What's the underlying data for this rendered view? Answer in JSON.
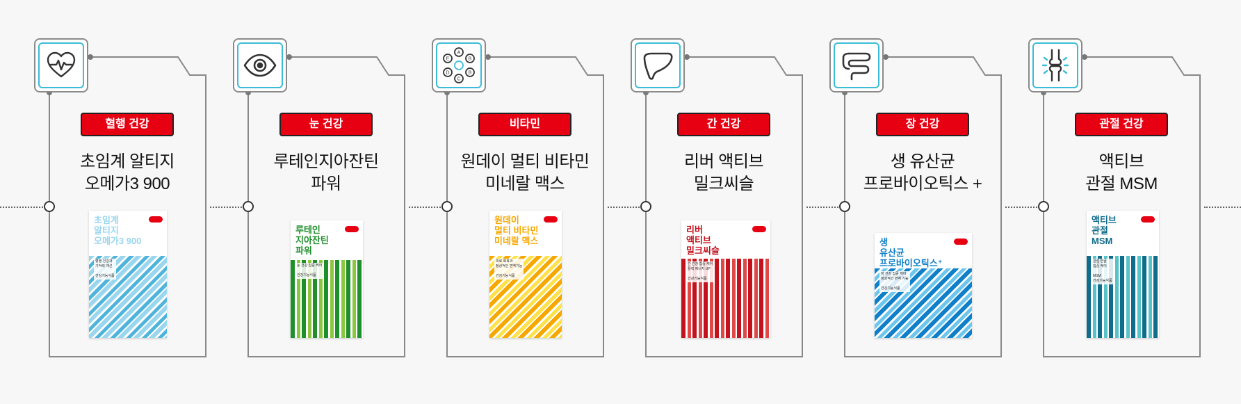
{
  "accent_color": "#e60012",
  "icon_color": "#3bbbd8",
  "cards": [
    {
      "category": "혈행 건강",
      "icon": "heart-pulse-icon",
      "title_line1": "초임계 알티지",
      "title_line2": "오메가3 900",
      "pkg_name": "초임계\n알티지\n오메가3 900",
      "pkg_desc": "혈행 건강과\n기억력 개선\n\n건강기능식품",
      "pkg_colors": [
        "#9ad6ee",
        "#4fb4dc",
        "#ffffff"
      ]
    },
    {
      "category": "눈 건강",
      "icon": "eye-icon",
      "title_line1": "루테인지아잔틴",
      "title_line2": "파워",
      "pkg_name": "루테인\n지아잔틴\n파워",
      "pkg_desc": "눈 건강 집중 케어\n\n건강기능식품",
      "pkg_colors": [
        "#1f8f2b",
        "#8cc63f",
        "#ffffff"
      ]
    },
    {
      "category": "비타민",
      "icon": "vitamin-molecule-icon",
      "title_line1": "원데이 멀티 비타민",
      "title_line2": "미네랄 맥스",
      "pkg_name": "원데이\n멀티 비타민\n미네랄 맥스",
      "pkg_desc": "피로 회복과\n정상적인 면역기능\n\n건강기능식품",
      "pkg_colors": [
        "#f6a800",
        "#ffe14a",
        "#ffffff"
      ]
    },
    {
      "category": "간 건강",
      "icon": "liver-icon",
      "title_line1": "리버 액티브",
      "title_line2": "밀크씨슬",
      "pkg_name": "리버\n액티브\n밀크씨슬",
      "pkg_desc": "간 건강 집중 케어\n활력 에너지 UP\n\n건강기능식품",
      "pkg_colors": [
        "#c3121d",
        "#e04848",
        "#ffffff"
      ]
    },
    {
      "category": "장 건강",
      "icon": "intestine-icon",
      "title_line1": "생 유산균",
      "title_line2": "프로바이오틱스 +",
      "pkg_name": "생\n유산균\n프로바이오틱스⁺",
      "pkg_desc": "장 건강 집중 케어\n정상적인 면역 기능\n\n건강기능식품",
      "pkg_colors": [
        "#0e7fc8",
        "#6cc6ee",
        "#ffffff"
      ]
    },
    {
      "category": "관절 건강",
      "icon": "joint-icon",
      "title_line1": "액티브",
      "title_line2": "관절 MSM",
      "pkg_name": "액티브\n관절\nMSM",
      "pkg_desc": "관절 연골\n집중 케어\n\nMSM\n건강기능식품",
      "pkg_colors": [
        "#0f6c8a",
        "#58c2c9",
        "#ffffff"
      ]
    }
  ]
}
